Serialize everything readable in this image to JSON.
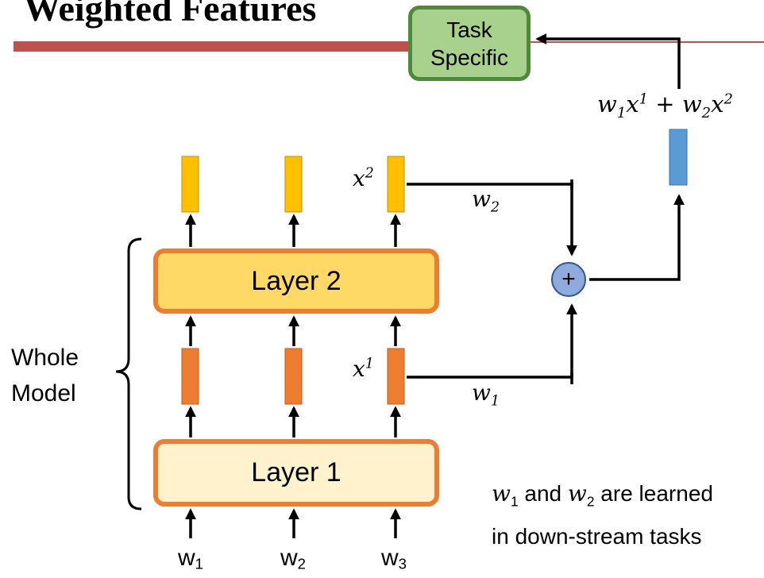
{
  "title": "Weighted Features",
  "task_box": {
    "line1": "Task",
    "line2": "Specific"
  },
  "layers": {
    "layer2": "Layer 2",
    "layer1": "Layer 1"
  },
  "brace_label": {
    "line1": "Whole",
    "line2": "Model"
  },
  "inputs": [
    {
      "base": "w",
      "sub": "1"
    },
    {
      "base": "w",
      "sub": "2"
    },
    {
      "base": "w",
      "sub": "3"
    }
  ],
  "math": {
    "x2": {
      "base": "x",
      "sup": "2"
    },
    "x1": {
      "base": "x",
      "sup": "1"
    },
    "w2": {
      "base": "w",
      "sub": "2"
    },
    "w1": {
      "base": "w",
      "sub": "1"
    },
    "formula": {
      "w1": "w",
      "s1": "1",
      "x1": "x",
      "p1": "1",
      "plus": "+",
      "w2": "w",
      "s2": "2",
      "x2": "x",
      "p2": "2"
    }
  },
  "plus_symbol": "+",
  "note": {
    "w1": "w",
    "w1_sub": "1",
    "and": " and ",
    "w2": "w",
    "w2_sub": "2",
    "rest_line1": " are learned",
    "line2": "in down-stream tasks"
  },
  "colors": {
    "title_rule": "#c0504d",
    "task_fill": "#a9d18e",
    "task_border": "#4f8a3a",
    "layer2_fill": "#ffd966",
    "layer1_fill": "#fff2cc",
    "layer_border": "#ed7d31",
    "upper_feature": "#ffc000",
    "lower_feature": "#ed7d31",
    "combined_feature": "#5b9bd5",
    "sum_node": "#8faadc"
  }
}
